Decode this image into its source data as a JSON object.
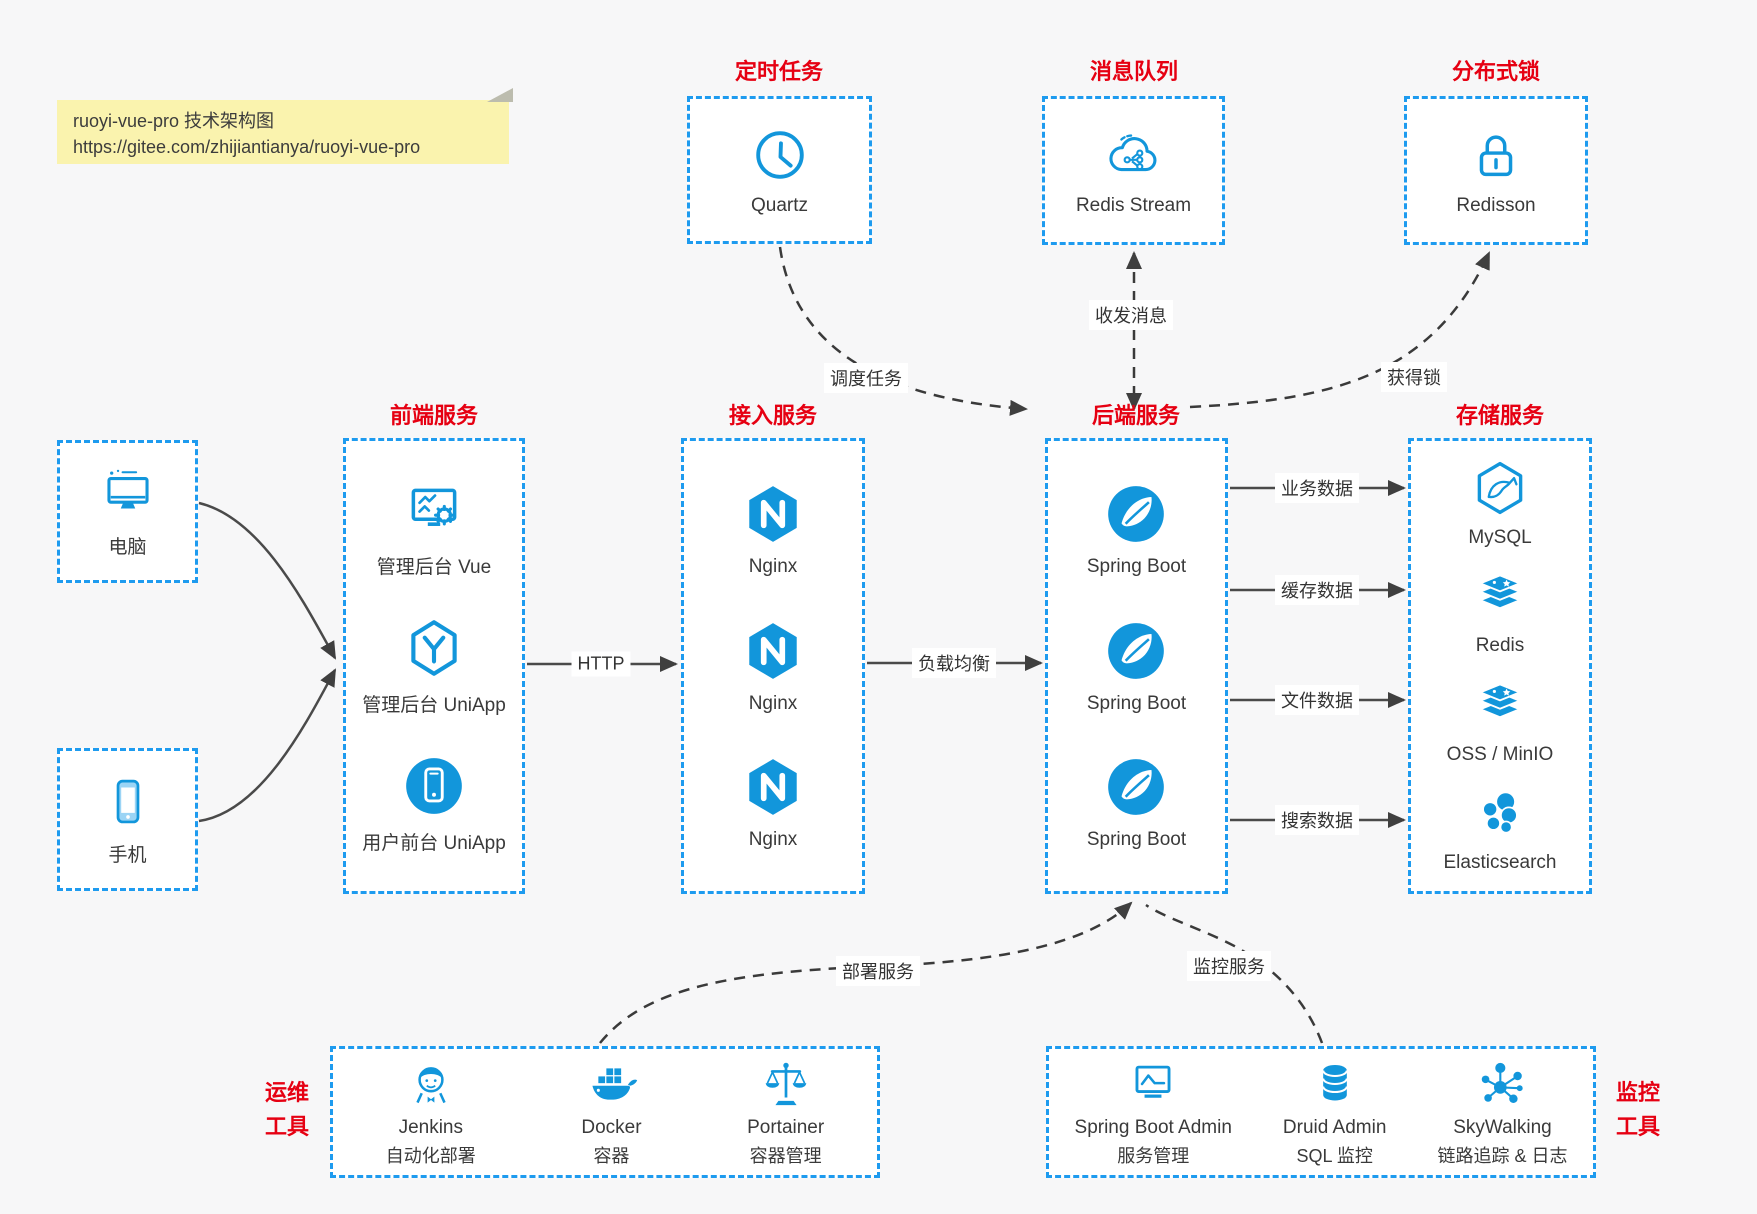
{
  "note": {
    "line1": "ruoyi-vue-pro 技术架构图",
    "line2": "https://gitee.com/zhijiantianya/ruoyi-vue-pro"
  },
  "colors": {
    "icon_blue": "#1296db",
    "border_blue": "#1E9BEF",
    "title_red": "#e60012",
    "note_yellow": "#FAF3AE",
    "arrow_dark": "#3f3f3f",
    "page_bg": "#f7f7f8"
  },
  "top_services": [
    {
      "title": "定时任务",
      "label": "Quartz",
      "icon": "clock-icon"
    },
    {
      "title": "消息队列",
      "label": "Redis Stream",
      "icon": "cloud-share-icon"
    },
    {
      "title": "分布式锁",
      "label": "Redisson",
      "icon": "lock-icon"
    }
  ],
  "clients": [
    {
      "label": "电脑",
      "icon": "desktop-icon"
    },
    {
      "label": "手机",
      "icon": "mobile-icon"
    }
  ],
  "columns": [
    {
      "title": "前端服务",
      "items": [
        {
          "label": "管理后台 Vue",
          "icon": "admin-vue-icon"
        },
        {
          "label": "管理后台 UniApp",
          "icon": "uniapp-hexagon-icon"
        },
        {
          "label": "用户前台 UniApp",
          "icon": "user-uniapp-icon"
        }
      ]
    },
    {
      "title": "接入服务",
      "items": [
        {
          "label": "Nginx",
          "icon": "nginx-icon"
        },
        {
          "label": "Nginx",
          "icon": "nginx-icon"
        },
        {
          "label": "Nginx",
          "icon": "nginx-icon"
        }
      ]
    },
    {
      "title": "后端服务",
      "items": [
        {
          "label": "Spring Boot",
          "icon": "spring-icon"
        },
        {
          "label": "Spring Boot",
          "icon": "spring-icon"
        },
        {
          "label": "Spring Boot",
          "icon": "spring-icon"
        }
      ]
    },
    {
      "title": "存储服务",
      "items": [
        {
          "label": "MySQL",
          "icon": "mysql-icon"
        },
        {
          "label": "Redis",
          "icon": "redis-stack-icon"
        },
        {
          "label": "OSS / MinIO",
          "icon": "storage-stack-icon"
        },
        {
          "label": "Elasticsearch",
          "icon": "elasticsearch-icon"
        }
      ]
    }
  ],
  "ops_tools": {
    "label_line1": "运维",
    "label_line2": "工具",
    "items": [
      {
        "name": "Jenkins",
        "desc": "自动化部署",
        "icon": "jenkins-icon"
      },
      {
        "name": "Docker",
        "desc": "容器",
        "icon": "docker-icon"
      },
      {
        "name": "Portainer",
        "desc": "容器管理",
        "icon": "scales-icon"
      }
    ]
  },
  "monitor_tools": {
    "label_line1": "监控",
    "label_line2": "工具",
    "items": [
      {
        "name": "Spring Boot Admin",
        "desc": "服务管理",
        "icon": "monitor-pulse-icon"
      },
      {
        "name": "Druid Admin",
        "desc": "SQL 监控",
        "icon": "database-icon"
      },
      {
        "name": "SkyWalking",
        "desc": "链路追踪 & 日志",
        "icon": "network-node-icon"
      }
    ]
  },
  "edges": {
    "http": "HTTP",
    "load_balance": "负载均衡",
    "biz_data": "业务数据",
    "cache_data": "缓存数据",
    "file_data": "文件数据",
    "search_data": "搜索数据",
    "schedule": "调度任务",
    "message": "收发消息",
    "lock": "获得锁",
    "deploy": "部署服务",
    "monitor": "监控服务"
  }
}
